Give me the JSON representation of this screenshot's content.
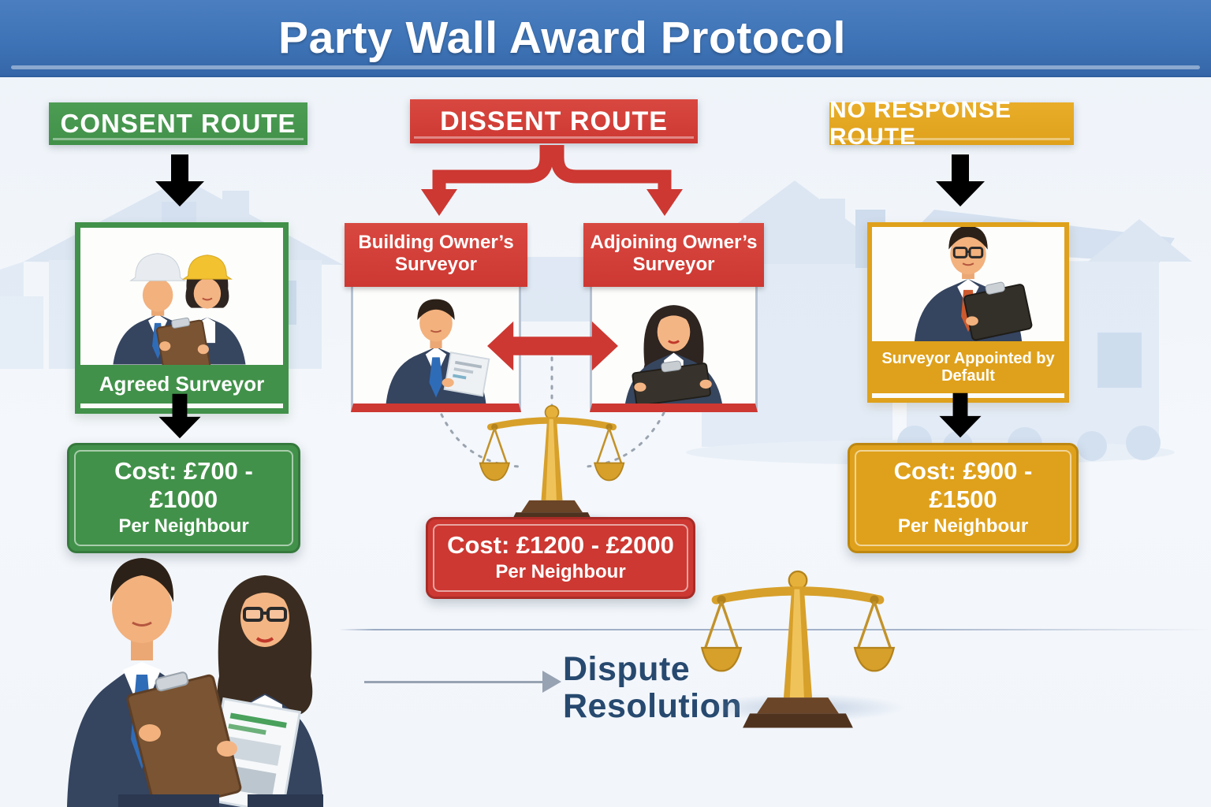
{
  "title": "Party Wall Award Protocol",
  "colors": {
    "title_bar": "#3d73b6",
    "consent_green": "#42914a",
    "dissent_red": "#cd3832",
    "no_response_gold": "#dfa11b",
    "dispute_navy": "#27496f",
    "scales_gold": "#d7a02a"
  },
  "routes": {
    "consent": {
      "header": "CONSENT ROUTE",
      "card_label": "Agreed Surveyor",
      "cost_line1": "Cost: £700 - £1000",
      "cost_line2": "Per Neighbour"
    },
    "dissent": {
      "header": "DISSENT ROUTE",
      "left_card_label": "Building Owner’s Surveyor",
      "right_card_label": "Adjoining Owner’s Surveyor",
      "cost_line1": "Cost: £1200 - £2000",
      "cost_line2": "Per Neighbour"
    },
    "no_response": {
      "header": "NO RESPONSE ROUTE",
      "card_label": "Surveyor Appointed by Default",
      "cost_line1": "Cost: £900 - £1500",
      "cost_line2": "Per Neighbour"
    }
  },
  "footer": {
    "dispute_line1": "Dispute",
    "dispute_line2": "Resolution"
  }
}
